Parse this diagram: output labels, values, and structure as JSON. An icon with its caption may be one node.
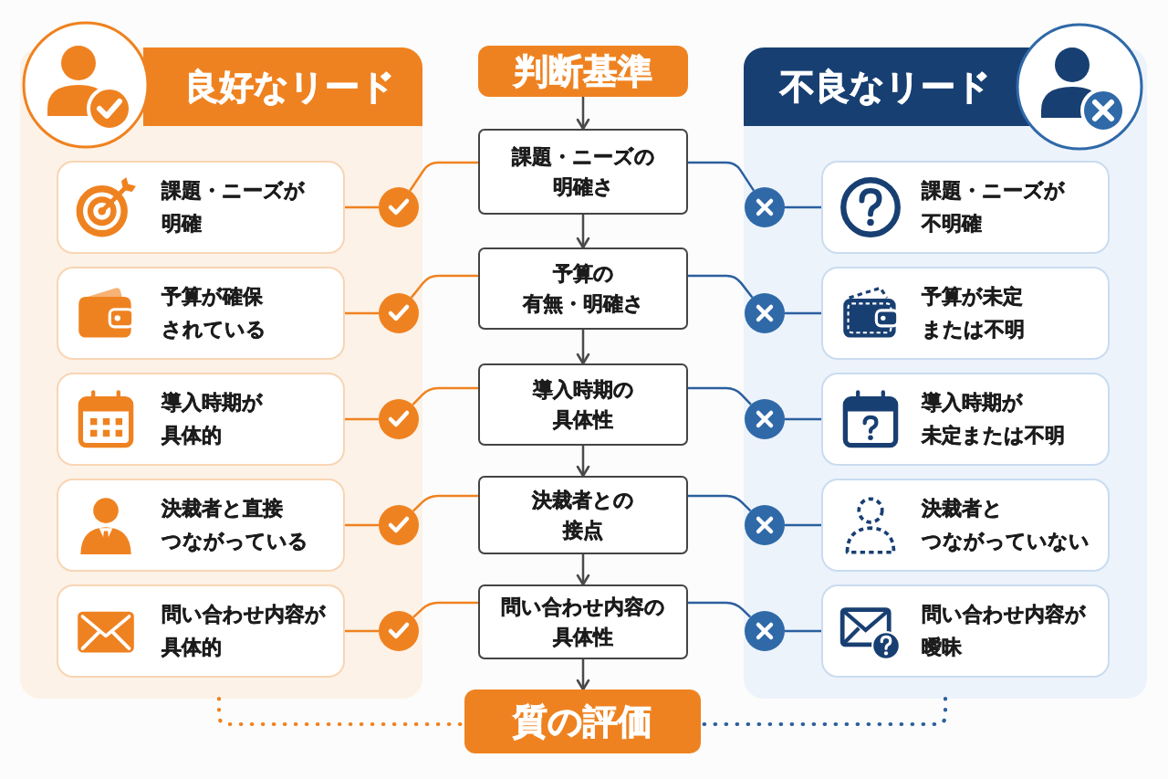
{
  "diagram": {
    "nodes": [
      {
        "text": [
          "良好なリード"
        ]
      },
      {
        "text": [
          "判断基準"
        ]
      },
      {
        "text": [
          "不良なリード"
        ]
      },
      {
        "text": [
          "課題・ニーズが明確"
        ],
        "in": 0
      },
      {
        "text": [],
        "shape": "circle",
        "in": 0
      },
      {
        "text": [
          "課題・ニーズの明確さ"
        ]
      },
      {
        "text": [],
        "shape": "circle",
        "in": 2
      },
      {
        "text": [
          "課題・ニーズが不明確"
        ],
        "in": 2
      },
      {
        "text": [
          "予算が確保されている"
        ],
        "in": 0
      },
      {
        "text": [],
        "shape": "circle",
        "in": 0
      },
      {
        "text": [
          "予算の有無・明確さ"
        ]
      },
      {
        "text": [],
        "shape": "circle",
        "in": 2
      },
      {
        "text": [
          "予算が未定または不明"
        ],
        "in": 2
      },
      {
        "text": [
          "導入時期が具体的"
        ],
        "in": 0
      },
      {
        "text": [],
        "shape": "circle",
        "in": 0
      },
      {
        "text": [
          "導入時期の具体性"
        ]
      },
      {
        "text": [],
        "shape": "circle",
        "in": 2
      },
      {
        "text": [
          "導入時期が未定または不明"
        ],
        "in": 2
      },
      {
        "text": [
          "決裁者と直接つながっている"
        ],
        "in": 0
      },
      {
        "text": [],
        "shape": "circle",
        "in": 0
      },
      {
        "text": [
          "決裁者との接点"
        ]
      },
      {
        "text": [],
        "shape": "circle",
        "in": 2
      },
      {
        "text": [
          "決裁者とつながっていない"
        ],
        "in": 2
      },
      {
        "text": [
          "問い合わせ内容が具体的"
        ],
        "in": 0
      },
      {
        "text": [],
        "shape": "circle",
        "in": 0
      },
      {
        "text": [
          "問い合わせ内容の具体性"
        ]
      },
      {
        "text": [],
        "shape": "circle",
        "in": 2
      },
      {
        "text": [
          "問い合わせ内容が曖昧"
        ],
        "in": 2
      },
      {
        "text": [
          "質の評価"
        ]
      }
    ],
    "edges": [
      {
        "from": 1,
        "to": 5,
        "arrow": "to",
        "color": "#4a4a4a"
      },
      {
        "from": 5,
        "to": 10,
        "arrow": "to",
        "color": "#4a4a4a"
      },
      {
        "from": 10,
        "to": 15,
        "arrow": "to",
        "color": "#4a4a4a"
      },
      {
        "from": 15,
        "to": 20,
        "arrow": "to",
        "color": "#4a4a4a"
      },
      {
        "from": 20,
        "to": 25,
        "arrow": "to",
        "color": "#4a4a4a"
      },
      {
        "from": 25,
        "to": 28,
        "arrow": "to",
        "color": "#4a4a4a"
      },
      {
        "from": 5,
        "to": 4,
        "arrow": "none",
        "color": "#ef8220"
      },
      {
        "from": 4,
        "to": 3,
        "arrow": "none",
        "color": "#ef8220"
      },
      {
        "from": 5,
        "to": 6,
        "arrow": "none",
        "color": "#2b5f9e"
      },
      {
        "from": 6,
        "to": 7,
        "arrow": "none",
        "color": "#2b5f9e"
      },
      {
        "from": 10,
        "to": 9,
        "arrow": "none",
        "color": "#ef8220"
      },
      {
        "from": 9,
        "to": 8,
        "arrow": "none",
        "color": "#ef8220"
      },
      {
        "from": 10,
        "to": 11,
        "arrow": "none",
        "color": "#2b5f9e"
      },
      {
        "from": 11,
        "to": 12,
        "arrow": "none",
        "color": "#2b5f9e"
      },
      {
        "from": 15,
        "to": 14,
        "arrow": "none",
        "color": "#ef8220"
      },
      {
        "from": 14,
        "to": 13,
        "arrow": "none",
        "color": "#ef8220"
      },
      {
        "from": 15,
        "to": 16,
        "arrow": "none",
        "color": "#2b5f9e"
      },
      {
        "from": 16,
        "to": 17,
        "arrow": "none",
        "color": "#2b5f9e"
      },
      {
        "from": 20,
        "to": 19,
        "arrow": "none",
        "color": "#ef8220"
      },
      {
        "from": 19,
        "to": 18,
        "arrow": "none",
        "color": "#ef8220"
      },
      {
        "from": 20,
        "to": 21,
        "arrow": "none",
        "color": "#2b5f9e"
      },
      {
        "from": 21,
        "to": 22,
        "arrow": "none",
        "color": "#2b5f9e"
      },
      {
        "from": 25,
        "to": 24,
        "arrow": "none",
        "color": "#ef8220"
      },
      {
        "from": 24,
        "to": 23,
        "arrow": "none",
        "color": "#ef8220"
      },
      {
        "from": 25,
        "to": 26,
        "arrow": "none",
        "color": "#2b5f9e"
      },
      {
        "from": 26,
        "to": 27,
        "arrow": "none",
        "color": "#2b5f9e"
      },
      {
        "from": 0,
        "to": 28,
        "arrow": "none",
        "style": "dashed",
        "color": "#ef8220"
      },
      {
        "from": 2,
        "to": 28,
        "arrow": "none",
        "style": "dashed",
        "color": "#2b5f9e"
      }
    ]
  }
}
